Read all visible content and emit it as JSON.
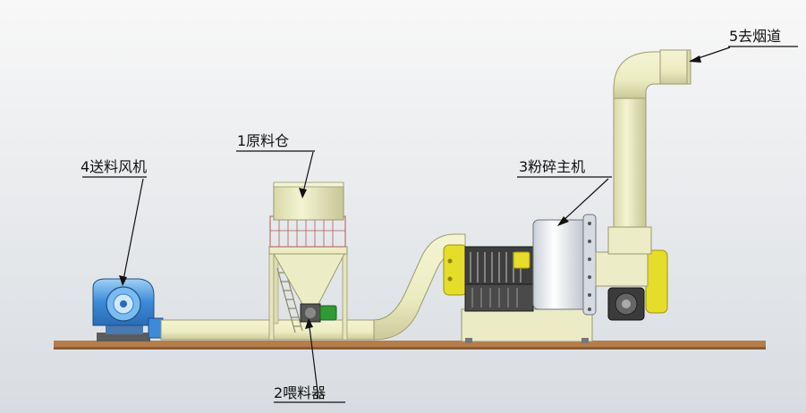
{
  "labels": {
    "silo": "1原料仓",
    "feeder": "2喂料器",
    "main_mill": "3粉碎主机",
    "blower": "4送料风机",
    "flue": "5去烟道"
  },
  "colors": {
    "background_top": "#f7f7f7",
    "background_bottom": "#d9dde2",
    "pipe": "#eeeec4",
    "pipe_shade": "#c9c99a",
    "base": "#b07a4a",
    "blower": "#3a86d6",
    "blower_light": "#8fc6f2",
    "mill_body": "#e9ecf2",
    "yellow": "#e6dc2a",
    "dark": "#3d3d3d",
    "motor_green": "#2f9a36"
  }
}
